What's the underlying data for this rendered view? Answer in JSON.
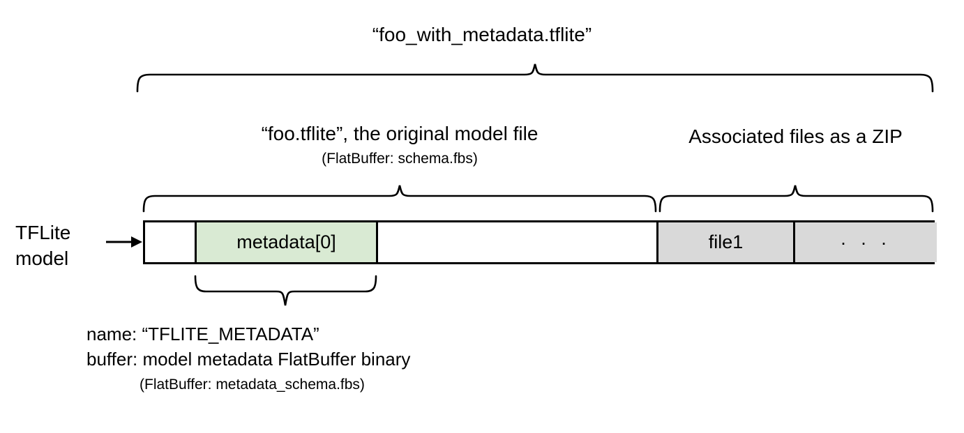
{
  "diagram": {
    "title": "“foo_with_metadata.tflite”",
    "sections": {
      "model_file": {
        "label": "“foo.tflite”, the original model file",
        "sublabel": "(FlatBuffer: schema.fbs)"
      },
      "zip": {
        "label": "Associated files as a ZIP"
      }
    },
    "side_label": "TFLite\nmodel",
    "side_label_line1": "TFLite",
    "side_label_line2": "model",
    "arrow_icon": "right-arrow-icon",
    "bar_cells": [
      {
        "id": "leading",
        "label": "",
        "fill": "#ffffff"
      },
      {
        "id": "metadata",
        "label": "metadata[0]",
        "fill": "#d9ead3"
      },
      {
        "id": "body",
        "label": "",
        "fill": "#ffffff"
      },
      {
        "id": "file1",
        "label": "file1",
        "fill": "#d9d9d9"
      },
      {
        "id": "more",
        "label": ". . .",
        "fill": "#d9d9d9"
      }
    ],
    "metadata_note": {
      "line1": "name: “TFLITE_METADATA”",
      "line2": "buffer: model metadata FlatBuffer binary",
      "line3": "(FlatBuffer: metadata_schema.fbs)"
    },
    "colors": {
      "metadata_fill": "#d9ead3",
      "zip_fill": "#d9d9d9",
      "stroke": "#000000",
      "background": "#ffffff"
    }
  }
}
